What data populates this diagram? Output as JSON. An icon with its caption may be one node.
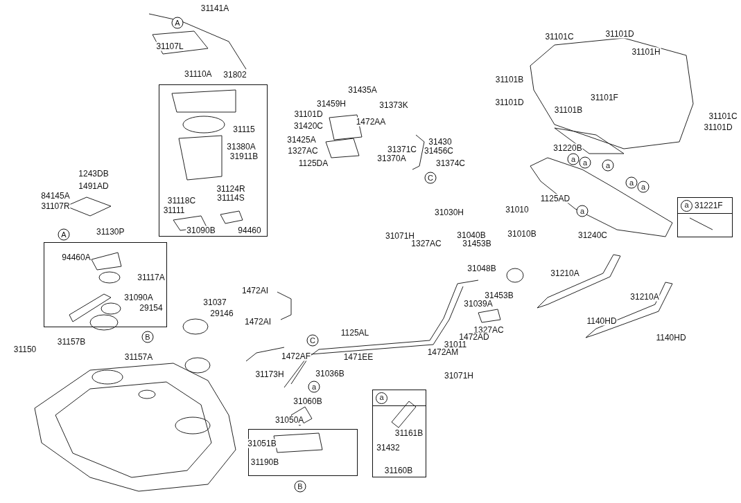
{
  "diagram": {
    "nodes": [
      {
        "text": [
          "31110A"
        ]
      },
      {
        "text": [
          "31130P"
        ]
      },
      {
        "text": [
          "31050A"
        ]
      },
      {
        "text": [
          "a",
          "31221F"
        ]
      },
      {
        "text": [
          "a"
        ]
      }
    ],
    "labels": [
      "31141A",
      "A",
      "31107L",
      "31802",
      "31115",
      "31380A",
      "31911B",
      "1243DB",
      "1491AD",
      "31124R",
      "84145A",
      "31118C",
      "31114S",
      "31107R",
      "31111",
      "31090B",
      "94460",
      "A",
      "94460A",
      "31117A",
      "31090A",
      "29154",
      "31435A",
      "31459H",
      "31373K",
      "31101D",
      "31420C",
      "1472AA",
      "31425A",
      "31430",
      "1327AC",
      "31371C",
      "31456C",
      "1125DA",
      "31370A",
      "31374C",
      "C",
      "31101C",
      "31101D",
      "31101H",
      "31101B",
      "31101F",
      "31101D",
      "31101B",
      "31101C",
      "31101D",
      "31220B",
      "a",
      "a",
      "a",
      "a",
      "a",
      "1125AD",
      "a",
      "31240C",
      "31030H",
      "31010",
      "31071H",
      "1327AC",
      "31040B",
      "31453B",
      "31010B",
      "31048B",
      "31210A",
      "31453B",
      "31039A",
      "1472AI",
      "31037",
      "1472AI",
      "29146",
      "31210A",
      "1140HD",
      "31150",
      "31157B",
      "B",
      "C",
      "1125AL",
      "1327AC",
      "1472AD",
      "31011",
      "31157A",
      "1472AF",
      "1471EE",
      "1472AM",
      "31173H",
      "31036B",
      "31071H",
      "1140HD",
      "a",
      "31060B",
      "31161B",
      "31051B",
      "31432",
      "31190B",
      "31160B",
      "B"
    ]
  }
}
